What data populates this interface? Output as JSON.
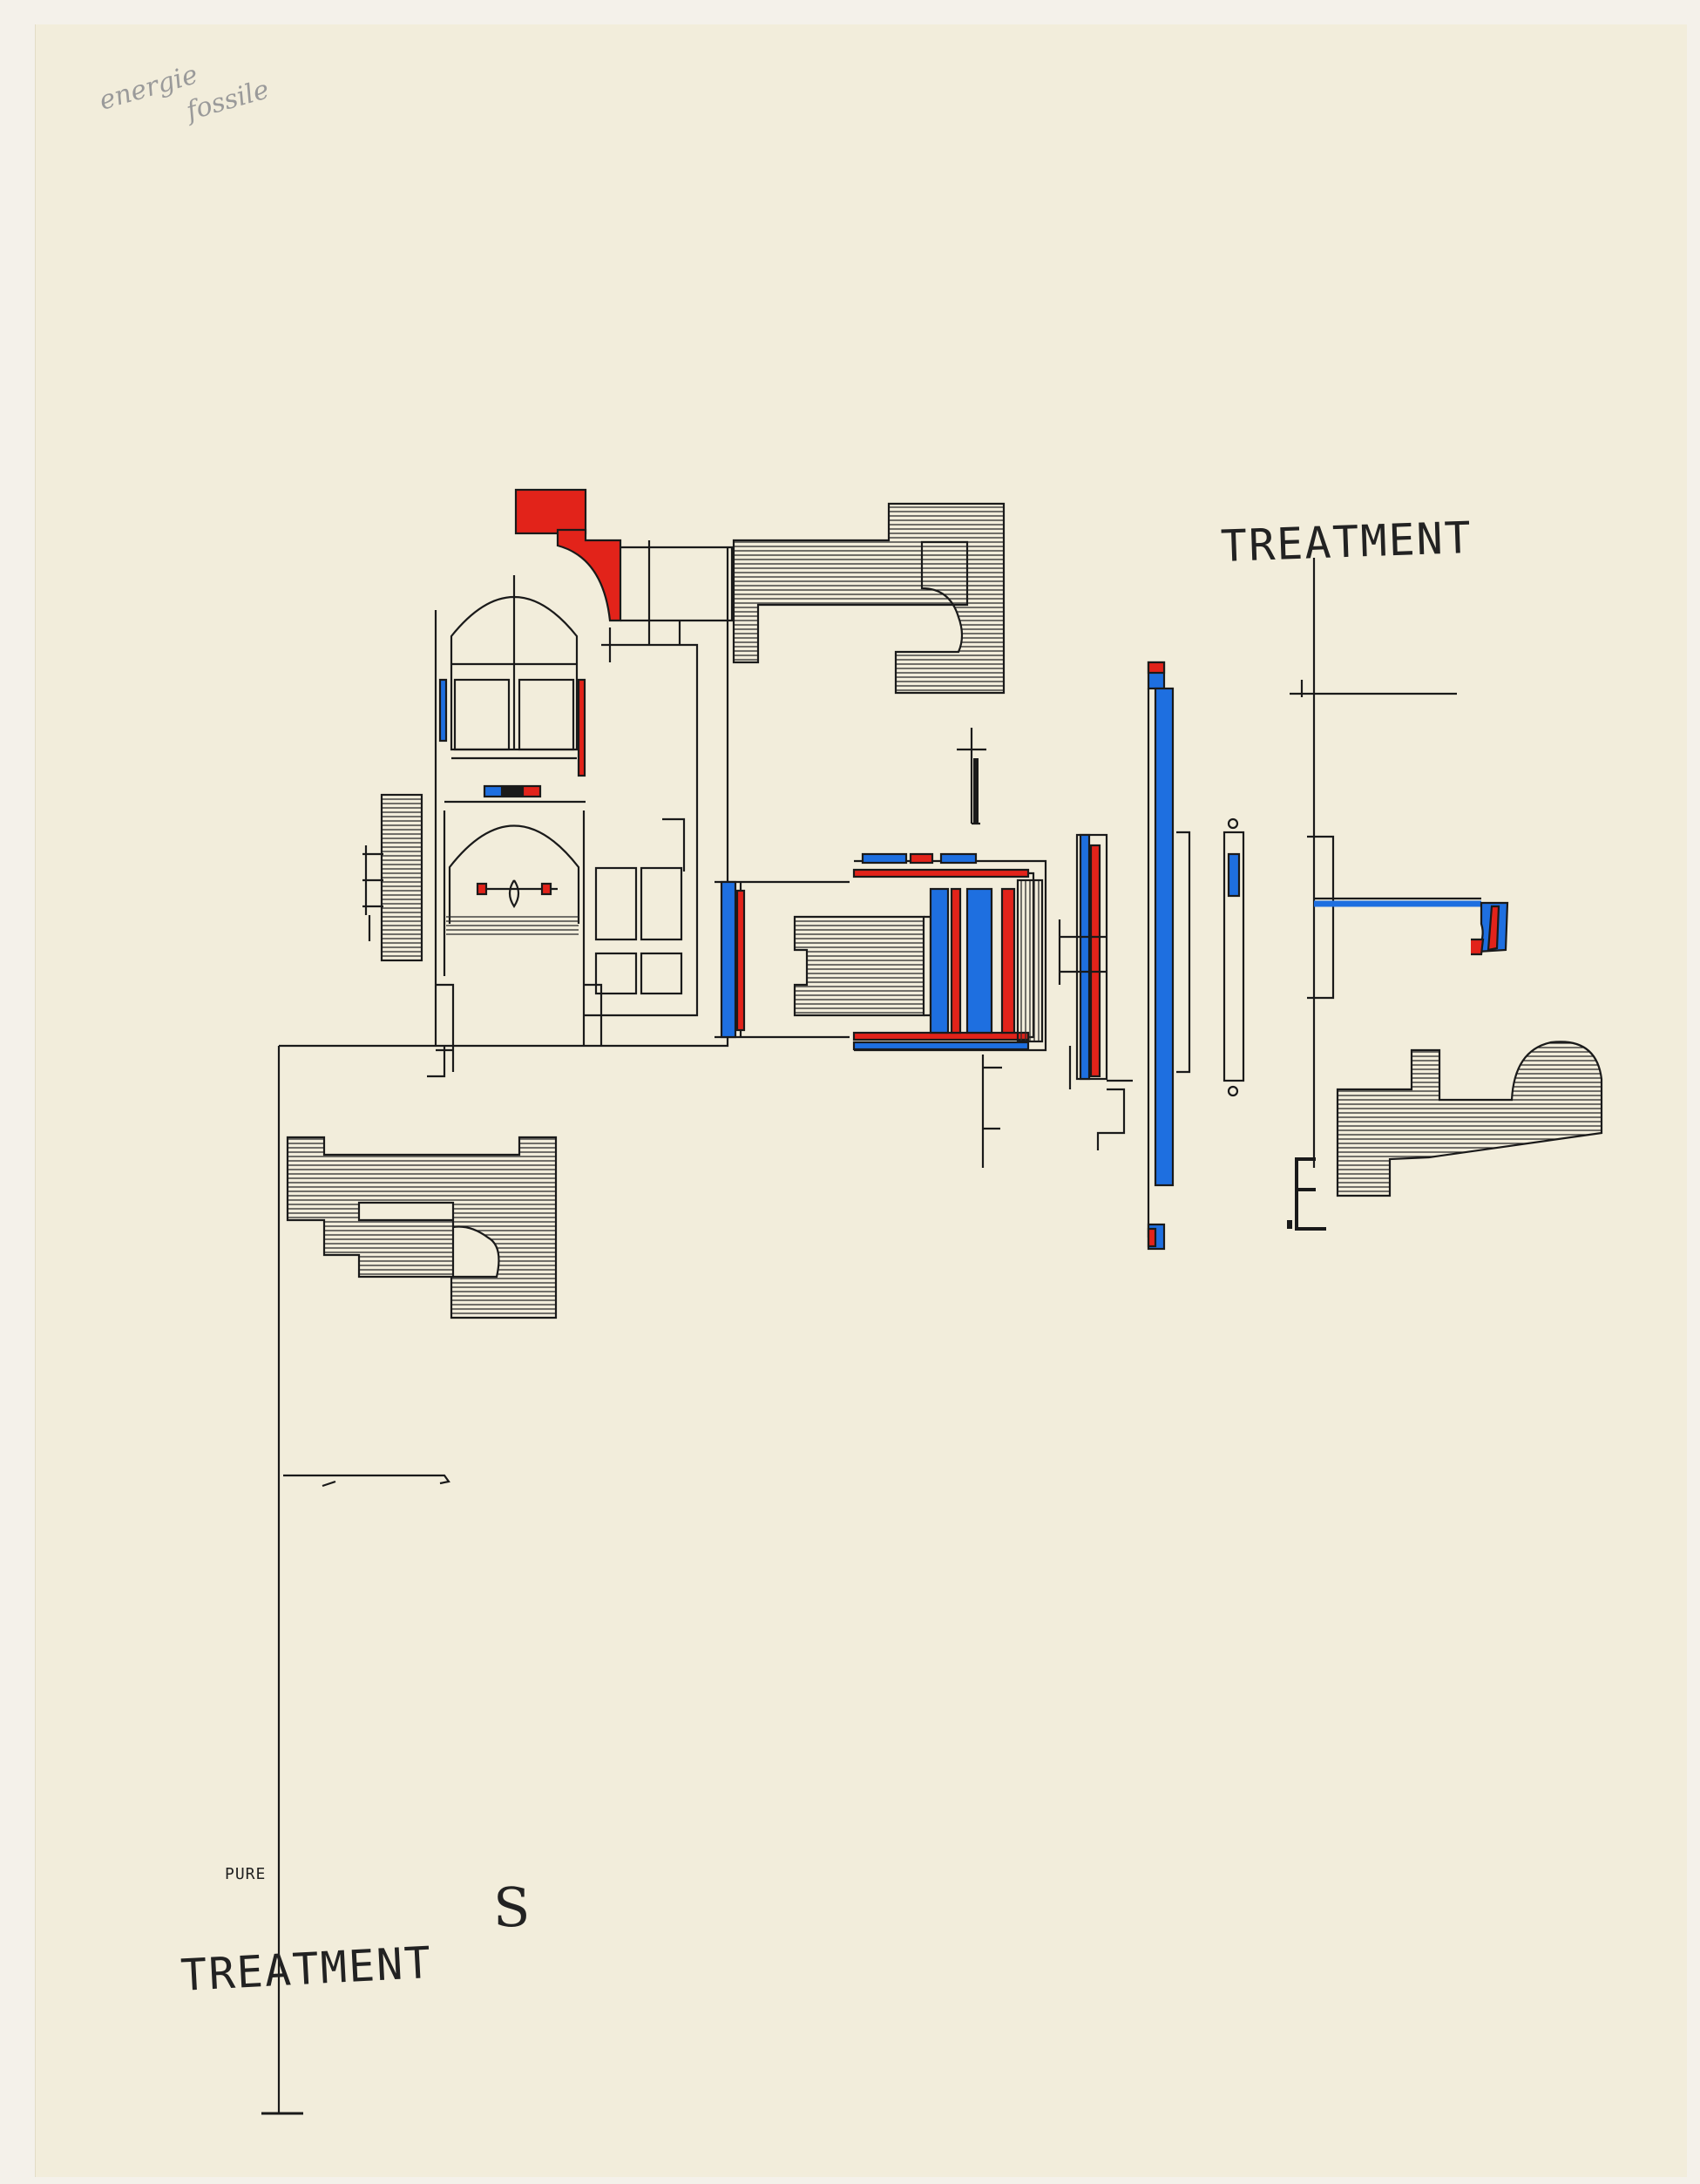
{
  "notes": {
    "line1": "energie",
    "line2": "fossile"
  },
  "labels": {
    "treatment_top": "TREATMENT",
    "pure": "PURE",
    "s_letter": "S",
    "treatment_bottom": "TREATMENT"
  },
  "colors": {
    "paper": "#f2eddb",
    "ink": "#1a1a1a",
    "red": "#e2231a",
    "blue": "#1e6fe0"
  }
}
